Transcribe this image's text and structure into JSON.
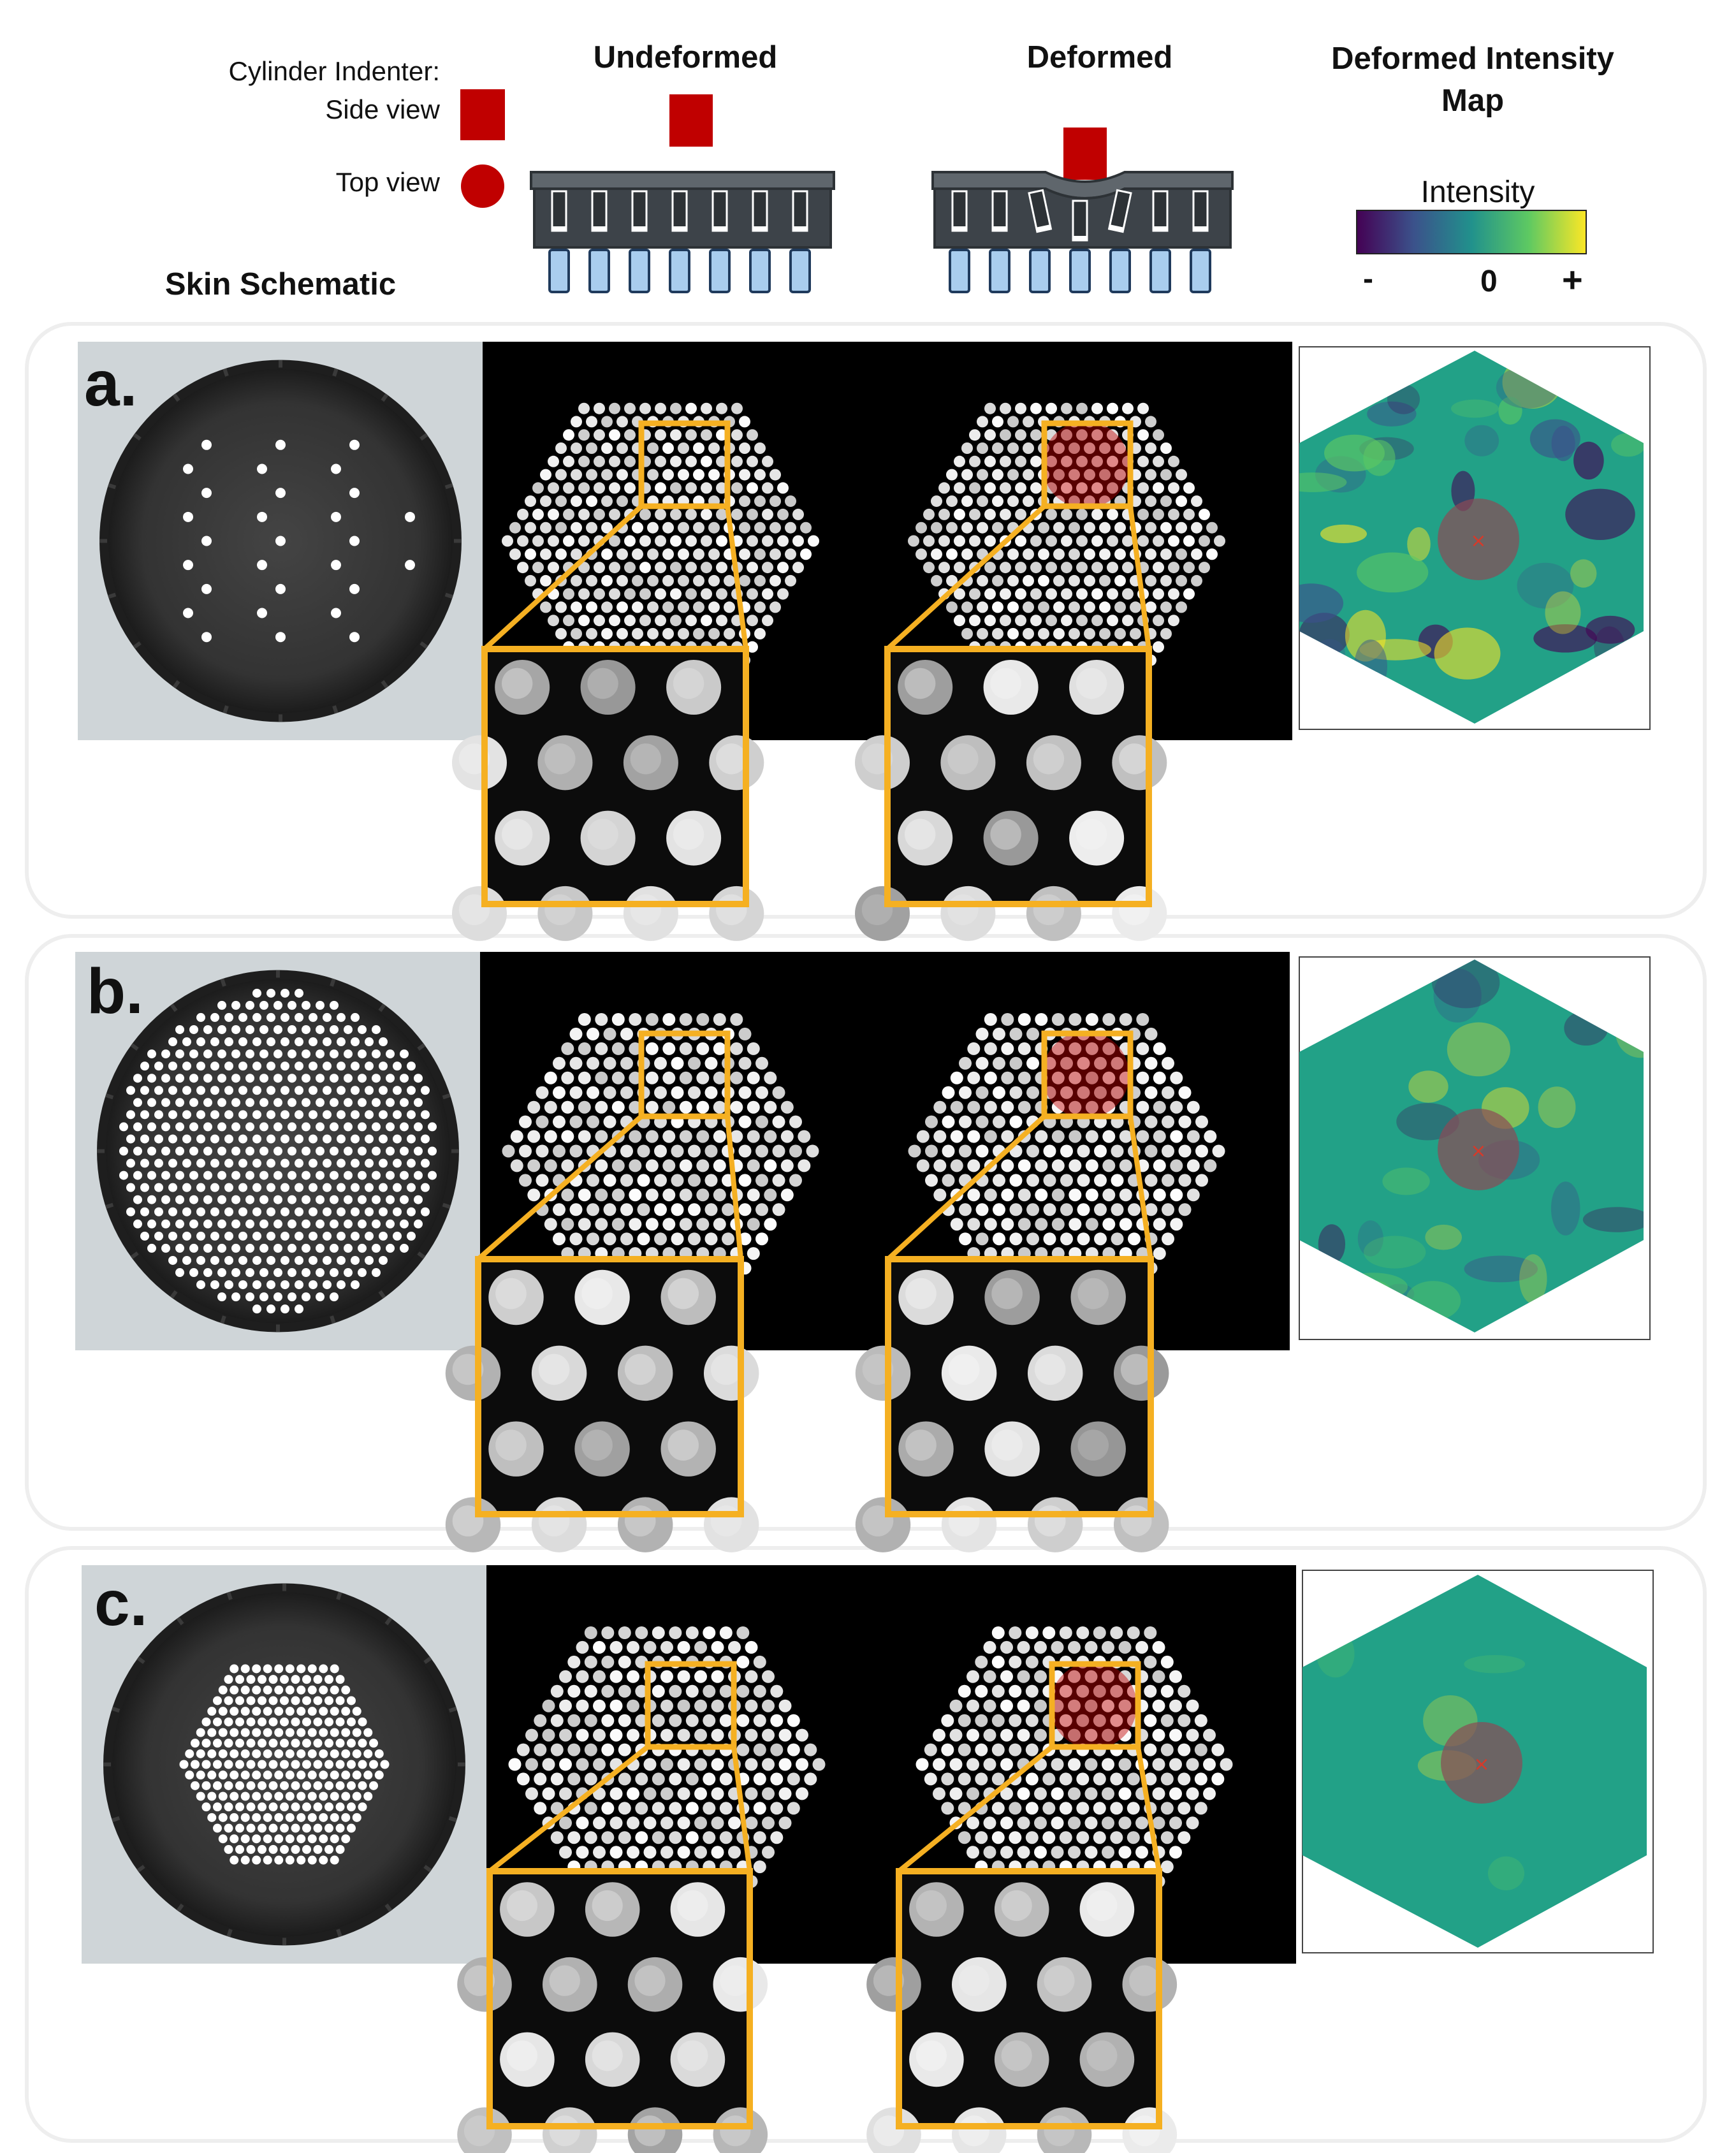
{
  "header": {
    "indenter_label": "Cylinder Indenter:",
    "side_view": "Side view",
    "top_view": "Top view",
    "skin_schematic": "Skin Schematic",
    "undeformed": "Undeformed",
    "deformed": "Deformed",
    "map_line1": "Deformed Intensity",
    "map_line2": "Map",
    "intensity": "Intensity",
    "minus": "-",
    "zero": "0",
    "plus": "+"
  },
  "panels": [
    {
      "letter": "a.",
      "pattern": "sparse-circle"
    },
    {
      "letter": "b.",
      "pattern": "dense-circle"
    },
    {
      "letter": "c.",
      "pattern": "hexagon"
    }
  ],
  "colors": {
    "indenter": "#c00000",
    "zoom_frame": "#f5b022",
    "map_base": "#22a187",
    "skin_body": "#3d4349",
    "pillar": "#a9cdee",
    "gray_bg": "#cfd5d8",
    "colormap": [
      "#440154",
      "#3b528b",
      "#21918c",
      "#5ec962",
      "#fde725"
    ]
  }
}
